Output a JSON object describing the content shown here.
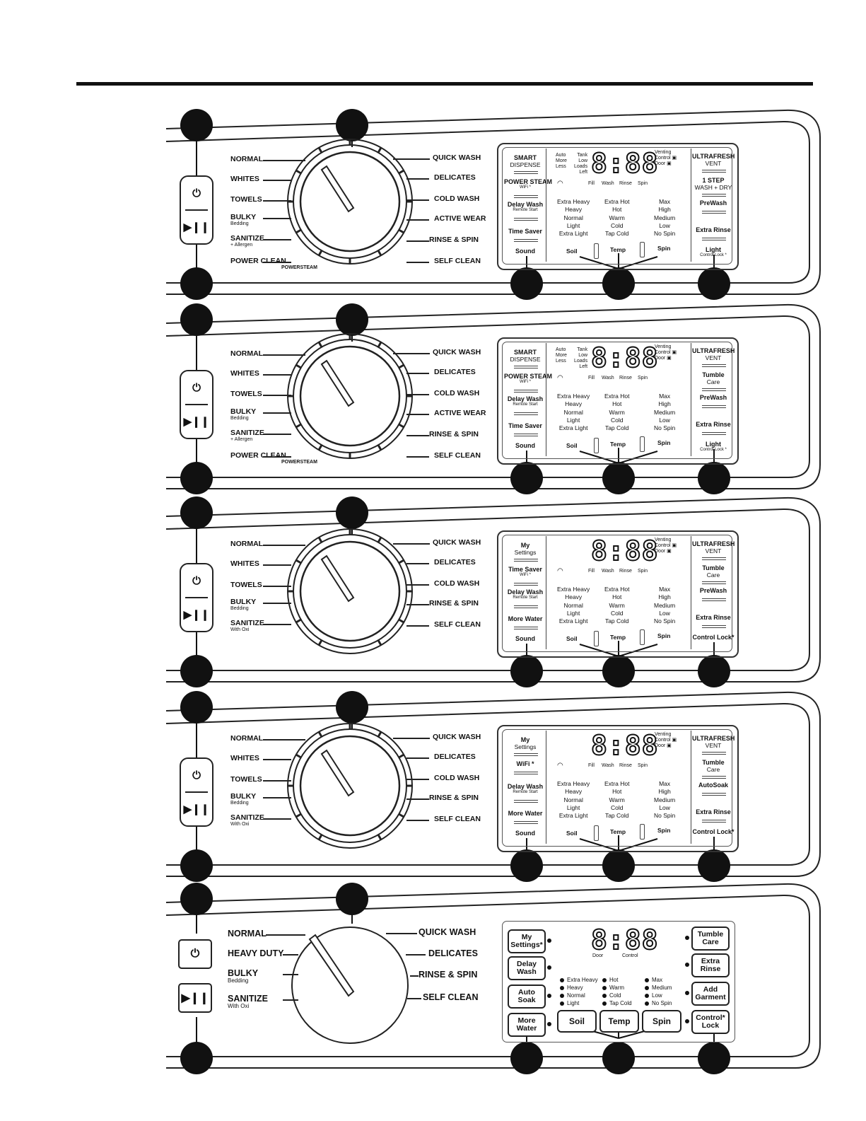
{
  "panels": [
    {
      "cycles_left": [
        {
          "label": "NORMAL"
        },
        {
          "label": "WHITES"
        },
        {
          "label": "TOWELS"
        },
        {
          "label": "BULKY",
          "sub": "Bedding"
        },
        {
          "label": "SANITIZE",
          "sub": "+ Allergen"
        },
        {
          "label": "POWER CLEAN"
        }
      ],
      "cycles_right": [
        "QUICK WASH",
        "DELICATES",
        "COLD WASH",
        "ACTIVE WEAR",
        "RINSE & SPIN",
        "SELF CLEAN"
      ],
      "power_steam": "POWERSTEAM",
      "left_options": [
        {
          "main": "SMART",
          "sub2": "DISPENSE"
        },
        {
          "main": "POWER STEAM",
          "small": "WiFi *"
        },
        {
          "main": "Delay Wash",
          "small": "Remote Start"
        },
        {
          "main": "Time Saver"
        },
        {
          "main": "Sound"
        }
      ],
      "right_options": [
        {
          "main": "ULTRAFRESH",
          "sub2": "VENT"
        },
        {
          "main": "1 STEP",
          "sub2": "WASH + DRY"
        },
        {
          "main": "PreWash"
        },
        {
          "main": "Extra Rinse"
        },
        {
          "main": "Light",
          "small": "Control Lock *"
        }
      ],
      "tank_labels": {
        "col1": [
          "Auto",
          "More",
          "Less"
        ],
        "col2": [
          "Tank",
          "Low",
          "Loads",
          "Left"
        ]
      }
    },
    {
      "cycles_left": [
        {
          "label": "NORMAL"
        },
        {
          "label": "WHITES"
        },
        {
          "label": "TOWELS"
        },
        {
          "label": "BULKY",
          "sub": "Bedding"
        },
        {
          "label": "SANITIZE",
          "sub": "+ Allergen"
        },
        {
          "label": "POWER CLEAN"
        }
      ],
      "cycles_right": [
        "QUICK WASH",
        "DELICATES",
        "COLD WASH",
        "ACTIVE WEAR",
        "RINSE & SPIN",
        "SELF CLEAN"
      ],
      "power_steam": "POWERSTEAM",
      "left_options": [
        {
          "main": "SMART",
          "sub2": "DISPENSE"
        },
        {
          "main": "POWER STEAM",
          "small": "WiFi *"
        },
        {
          "main": "Delay Wash",
          "small": "Remote Start"
        },
        {
          "main": "Time Saver"
        },
        {
          "main": "Sound"
        }
      ],
      "right_options": [
        {
          "main": "ULTRAFRESH",
          "sub2": "VENT"
        },
        {
          "main": "Tumble",
          "sub2": "Care"
        },
        {
          "main": "PreWash"
        },
        {
          "main": "Extra Rinse"
        },
        {
          "main": "Light",
          "small": "Control Lock *"
        }
      ],
      "tank_labels": {
        "col1": [
          "Auto",
          "More",
          "Less"
        ],
        "col2": [
          "Tank",
          "Low",
          "Loads",
          "Left"
        ]
      }
    },
    {
      "cycles_left": [
        {
          "label": "NORMAL"
        },
        {
          "label": "WHITES"
        },
        {
          "label": "TOWELS"
        },
        {
          "label": "BULKY",
          "sub": "Bedding"
        },
        {
          "label": "SANITIZE",
          "sub": "With Oxi"
        }
      ],
      "cycles_right": [
        "QUICK WASH",
        "DELICATES",
        "COLD WASH",
        "RINSE & SPIN",
        "SELF CLEAN"
      ],
      "left_options": [
        {
          "main": "My",
          "sub2": "Settings"
        },
        {
          "main": "Time Saver",
          "small": "WiFi *"
        },
        {
          "main": "Delay Wash",
          "small": "Remote Start"
        },
        {
          "main": "More Water"
        },
        {
          "main": "Sound"
        }
      ],
      "right_options": [
        {
          "main": "ULTRAFRESH",
          "sub2": "VENT"
        },
        {
          "main": "Tumble",
          "sub2": "Care"
        },
        {
          "main": "PreWash"
        },
        {
          "main": "Extra Rinse"
        },
        {
          "main": "Control Lock*"
        }
      ]
    },
    {
      "cycles_left": [
        {
          "label": "NORMAL"
        },
        {
          "label": "WHITES"
        },
        {
          "label": "TOWELS"
        },
        {
          "label": "BULKY",
          "sub": "Bedding"
        },
        {
          "label": "SANITIZE",
          "sub": "With Oxi"
        }
      ],
      "cycles_right": [
        "QUICK WASH",
        "DELICATES",
        "COLD WASH",
        "RINSE & SPIN",
        "SELF CLEAN"
      ],
      "left_options": [
        {
          "main": "My",
          "sub2": "Settings"
        },
        {
          "main": "WiFi *"
        },
        {
          "main": "Delay Wash",
          "small": "Remote Start"
        },
        {
          "main": "More Water"
        },
        {
          "main": "Sound"
        }
      ],
      "right_options": [
        {
          "main": "ULTRAFRESH",
          "sub2": "VENT"
        },
        {
          "main": "Tumble",
          "sub2": "Care"
        },
        {
          "main": "AutoSoak"
        },
        {
          "main": "Extra Rinse"
        },
        {
          "main": "Control Lock*"
        }
      ]
    }
  ],
  "display": {
    "digits": "8:88",
    "venting": [
      "Venting",
      "Control",
      "Door"
    ],
    "phases": [
      "Fill",
      "Wash",
      "Rinse",
      "Spin"
    ],
    "soil_levels": [
      "Extra Heavy",
      "Heavy",
      "Normal",
      "Light",
      "Extra Light"
    ],
    "temp_levels": [
      "Extra Hot",
      "Hot",
      "Warm",
      "Cold",
      "Tap Cold"
    ],
    "spin_levels": [
      "Max",
      "High",
      "Medium",
      "Low",
      "No Spin"
    ],
    "soil": "Soil",
    "temp": "Temp",
    "spin": "Spin",
    "lock_icon": "lock-icon",
    "wifi_icon": "wifi-icon"
  },
  "panel5": {
    "cycles_left": [
      {
        "label": "NORMAL"
      },
      {
        "label": "HEAVY DUTY"
      },
      {
        "label": "BULKY",
        "sub": "Bedding"
      },
      {
        "label": "SANITIZE",
        "sub": "With Oxi"
      }
    ],
    "cycles_right": [
      "QUICK WASH",
      "DELICATES",
      "RINSE & SPIN",
      "SELF CLEAN"
    ],
    "left_buttons": [
      "My Settings*",
      "Delay Wash",
      "Auto Soak",
      "More Water"
    ],
    "right_buttons": [
      "Tumble Care",
      "Extra Rinse",
      "Add Garment",
      "Control* Lock"
    ],
    "digits": "8:88",
    "door": "Door",
    "control": "Control",
    "soil_levels": [
      "Extra Heavy",
      "Heavy",
      "Normal",
      "Light"
    ],
    "temp_levels": [
      "Hot",
      "Warm",
      "Cold",
      "Tap Cold"
    ],
    "spin_levels": [
      "Max",
      "Medium",
      "Low",
      "No Spin"
    ],
    "soil": "Soil",
    "temp": "Temp",
    "spin": "Spin"
  }
}
